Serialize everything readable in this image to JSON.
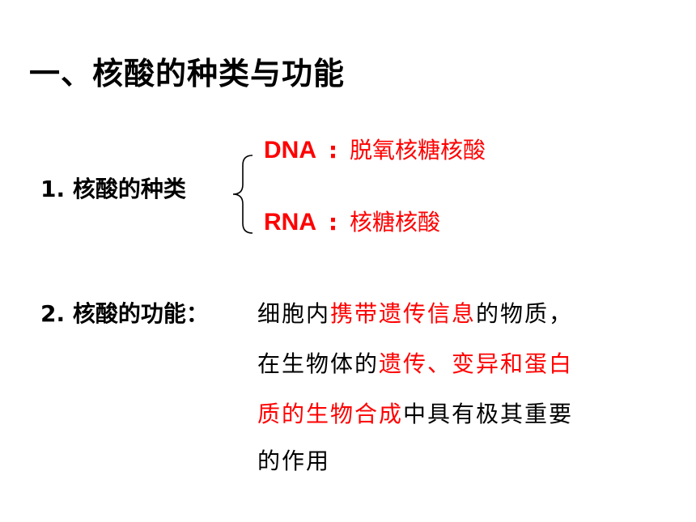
{
  "title": "一、核酸的种类与功能",
  "section1": {
    "label": "1. 核酸的种类",
    "types": [
      {
        "abbr": "DNA",
        "separator": ":",
        "full": "脱氧核糖核酸"
      },
      {
        "abbr": "RNA",
        "separator": ":",
        "full": "核糖核酸"
      }
    ]
  },
  "section2": {
    "label": "2. 核酸的功能：",
    "line1": {
      "a": "细胞内",
      "b": "携带遗传信息",
      "c": "的物质，"
    },
    "line2": {
      "a": "在生物体的",
      "b": "遗传、变异和蛋白"
    },
    "line3": {
      "a": "质的生物合成",
      "b": "中具有极其重要"
    },
    "line4": {
      "a": "的作用"
    }
  },
  "colors": {
    "highlight": "#ff0000",
    "text": "#000000",
    "background": "#ffffff"
  }
}
